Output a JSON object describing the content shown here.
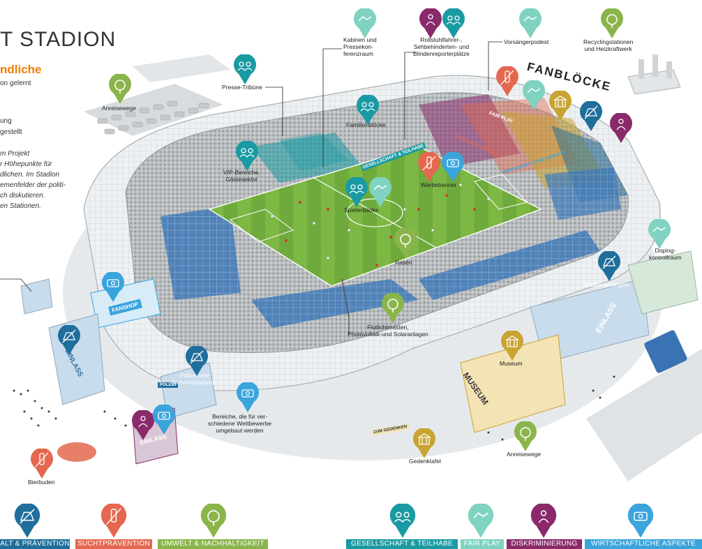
{
  "header": {
    "title": "T STADION",
    "subtitle": "ndliche",
    "intro_line1": "on gelernt",
    "intro_line2": "ung",
    "intro_line3": "gestellt",
    "intro_paragraph": [
      "m Projekt",
      "r Höhepunkte für",
      "dlichen. Im Stadion",
      "emenfelder der politi-",
      "ch diskutieren.",
      "en Stationen."
    ]
  },
  "labels": {
    "presse": "Presse-Tribüne",
    "kabinen": [
      "Kabinen und",
      "Pressekon-",
      "ferenzraum"
    ],
    "rollstuhl": [
      "Rollstuhlfahrer-,",
      "Sehbehinderten- und",
      "Blindenreporterplätze"
    ],
    "podest": "Vorsängerpodest",
    "recycling": [
      "Recyclingstationen",
      "und Heizkraftwerk"
    ],
    "anreise_top": "Anreisewege",
    "familien": "Familienblöcke",
    "vip": [
      "VIP-Bereiche,",
      "Gästesektor"
    ],
    "spieler": "Spielerbänke",
    "werbe": "Werbebanner",
    "rasen": "Rasen",
    "doping": [
      "Doping-",
      "kontrollraum"
    ],
    "gefaengnis": "Stadiongefängnis",
    "flutlicht": [
      "Flutlichtmasten,",
      "Photovoltaik-und Solaranlagen"
    ],
    "museum": "Museum",
    "polizei": [
      "Polizei und",
      "Sicherheitsdienst"
    ],
    "bereiche": [
      "Bereiche, die für ver-",
      "schiedene Wettbewerbe",
      "umgebaut werden"
    ],
    "gedenk": "Gedenktafel",
    "anreise_bottom": "Anreisewege",
    "bier": "Bierbuden"
  },
  "signs": {
    "fanbloecke": "FANBLÖCKE",
    "fanshop": "FANSHOP",
    "einlass_left": "EINLASS",
    "einlass_front": "EINLASS",
    "einlass_right": "EINLASS",
    "museum": "MUSEUM",
    "polizei": "POLIZEI",
    "zum_gedenken": "ZUM GEDENKEN",
    "fairplay_banner": "FAIR PLAY",
    "gesellschaft_banner": "GESELLSCHAFT & TEILHABE",
    "sucht_banner": "SUCHTPRÄVENTION",
    "wirtschaft_banner": "WIRTSCHAFTLICHE ASPEKTE"
  },
  "legend": [
    {
      "label": "ALT & PRÄVENTION",
      "color": "#1f6e9c",
      "icon": "violence-icon"
    },
    {
      "label": "SUCHTPRÄVENTION",
      "color": "#e4684f",
      "icon": "bottle-icon"
    },
    {
      "label": "UMWELT & NACHHALTIGKEIT",
      "color": "#8bb54b",
      "icon": "tree-icon"
    },
    {
      "label": "GESELLSCHAFT & TEILHABE",
      "color": "#1a9aa3",
      "icon": "people-icon"
    },
    {
      "label": "FAIR PLAY",
      "color": "#7fd3c0",
      "icon": "handshake-icon"
    },
    {
      "label": "DISKRIMINIERUNG",
      "color": "#8a2a6b",
      "icon": "person-icon"
    },
    {
      "label": "WIRTSCHAFTLICHE ASPEKTE",
      "color": "#3aa4dd",
      "icon": "money-icon"
    }
  ],
  "colors": {
    "gewalt": "#1f6e9c",
    "sucht": "#e4684f",
    "umwelt": "#8bb54b",
    "gesellschaft": "#1a9aa3",
    "fairplay": "#7fd3c0",
    "diskriminierung": "#8a2a6b",
    "wirtschaft": "#3aa4dd",
    "museum": "#c8a432",
    "accent": "#ef7d00"
  }
}
